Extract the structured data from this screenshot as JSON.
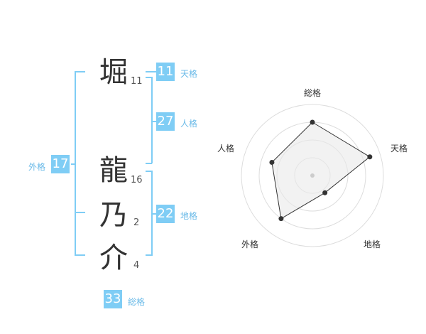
{
  "name": {
    "chars": [
      {
        "char": "堀",
        "strokes": "11"
      },
      {
        "char": "龍",
        "strokes": "16"
      },
      {
        "char": "乃",
        "strokes": "2"
      },
      {
        "char": "介",
        "strokes": "4"
      }
    ]
  },
  "fortunes": {
    "ten": {
      "label": "天格",
      "value": "11"
    },
    "jin": {
      "label": "人格",
      "value": "27"
    },
    "chi": {
      "label": "地格",
      "value": "22"
    },
    "gai": {
      "label": "外格",
      "value": "17"
    },
    "sou": {
      "label": "総格",
      "value": "33"
    }
  },
  "chart_data": {
    "type": "radar",
    "axes": [
      "総格",
      "天格",
      "地格",
      "外格",
      "人格"
    ],
    "values": [
      0.75,
      0.85,
      0.3,
      0.75,
      0.6
    ],
    "max": 1,
    "rings": 4
  },
  "colors": {
    "accent": "#7fcdf5",
    "accent_text": "#6cbbe8"
  }
}
